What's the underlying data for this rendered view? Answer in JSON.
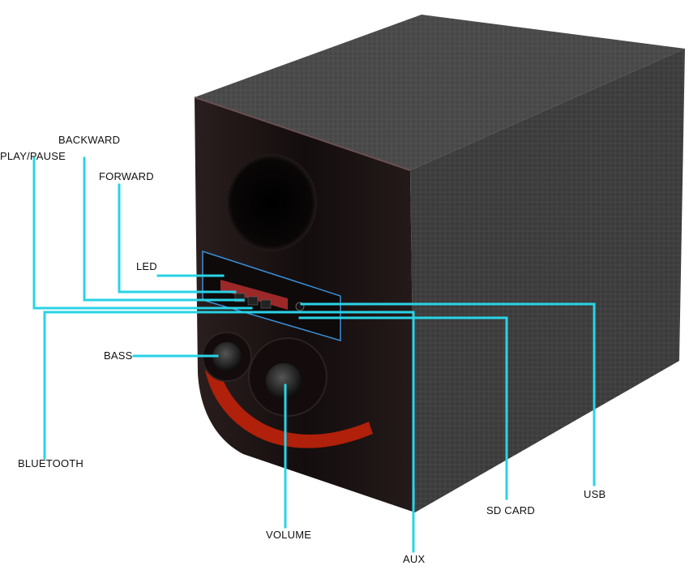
{
  "labels": {
    "play_pause": "PLAY/PAUSE",
    "backward": "BACKWARD",
    "forward": "FORWARD",
    "led": "LED",
    "bass": "BASS",
    "bluetooth": "BLUETOOTH",
    "volume": "VOLUME",
    "aux": "AUX",
    "sd_card": "SD CARD",
    "usb": "USB"
  },
  "colors": {
    "callout_line": "#29d3e6",
    "cabinet_side": "#3a3a3a",
    "front_panel": "#1a1212",
    "accent_red": "#b0200a",
    "led_display": "#c03030",
    "panel_blue": "#3a8fd8"
  }
}
